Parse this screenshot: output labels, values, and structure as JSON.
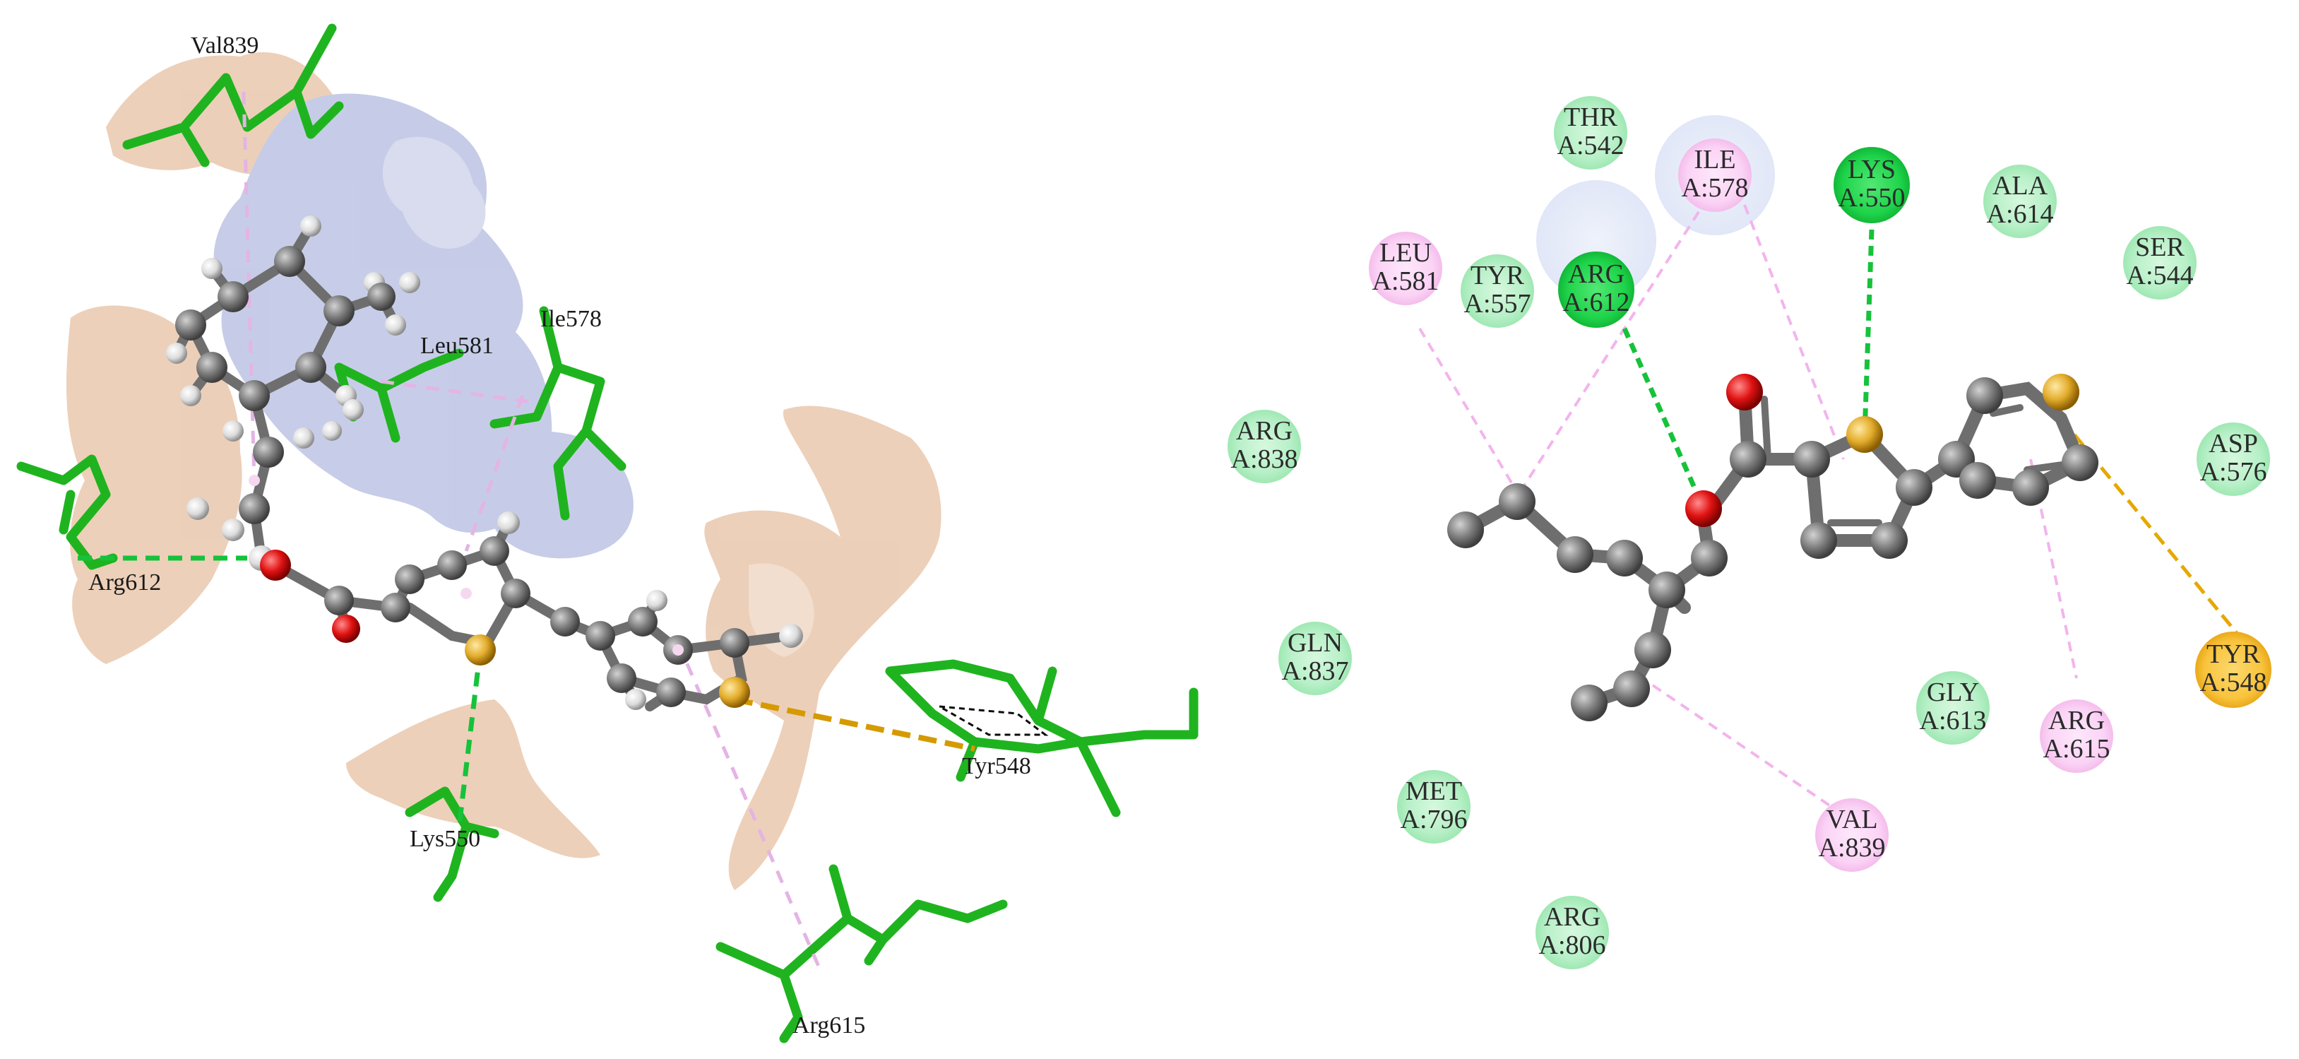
{
  "left_panel": {
    "labels": [
      {
        "key": "val839",
        "text": "Val839"
      },
      {
        "key": "leu581",
        "text": "Leu581"
      },
      {
        "key": "ile578",
        "text": "Ile578"
      },
      {
        "key": "arg612",
        "text": "Arg612"
      },
      {
        "key": "lys550",
        "text": "Lys550"
      },
      {
        "key": "tyr548",
        "text": "Tyr548"
      },
      {
        "key": "arg615",
        "text": "Arg615"
      }
    ]
  },
  "right_panel": {
    "residues": [
      {
        "key": "thr542",
        "name": "THR",
        "id": "A:542",
        "type": "vdw"
      },
      {
        "key": "ile578",
        "name": "ILE",
        "id": "A:578",
        "type": "alkyl",
        "halo": true
      },
      {
        "key": "lys550",
        "name": "LYS",
        "id": "A:550",
        "type": "hbond"
      },
      {
        "key": "ala614",
        "name": "ALA",
        "id": "A:614",
        "type": "vdw"
      },
      {
        "key": "leu581",
        "name": "LEU",
        "id": "A:581",
        "type": "alkyl"
      },
      {
        "key": "tyr557",
        "name": "TYR",
        "id": "A:557",
        "type": "vdw"
      },
      {
        "key": "arg612",
        "name": "ARG",
        "id": "A:612",
        "type": "hbond",
        "halo": true
      },
      {
        "key": "ser544",
        "name": "SER",
        "id": "A:544",
        "type": "vdw"
      },
      {
        "key": "arg838",
        "name": "ARG",
        "id": "A:838",
        "type": "vdw"
      },
      {
        "key": "asp576",
        "name": "ASP",
        "id": "A:576",
        "type": "vdw"
      },
      {
        "key": "gln837",
        "name": "GLN",
        "id": "A:837",
        "type": "vdw"
      },
      {
        "key": "tyr548",
        "name": "TYR",
        "id": "A:548",
        "type": "sulfur"
      },
      {
        "key": "gly613",
        "name": "GLY",
        "id": "A:613",
        "type": "vdw"
      },
      {
        "key": "arg615",
        "name": "ARG",
        "id": "A:615",
        "type": "alkyl"
      },
      {
        "key": "met796",
        "name": "MET",
        "id": "A:796",
        "type": "vdw"
      },
      {
        "key": "val839",
        "name": "VAL",
        "id": "A:839",
        "type": "alkyl"
      },
      {
        "key": "arg806",
        "name": "ARG",
        "id": "A:806",
        "type": "vdw"
      }
    ]
  },
  "colors": {
    "vdw_fill": "#b8f0c8",
    "hbond_fill": "#1ed44a",
    "alkyl_fill": "#fbd3f5",
    "sulfur_fill": "#f9c43d",
    "halo_fill": "#e4e9f8",
    "stick_green": "#1fb41f",
    "carbon_gray": "#7b7b7b",
    "hydrogen_white": "#dcdcdc",
    "oxygen_red": "#e01212",
    "sulfur_yellow": "#e3ad2c",
    "hbond_line": "#16c23a",
    "alkyl_line": "#f0a8ea",
    "sulfur_line": "#e5a800",
    "surface_tan": "#e8c4a8",
    "surface_blue": "#b4bce0"
  }
}
